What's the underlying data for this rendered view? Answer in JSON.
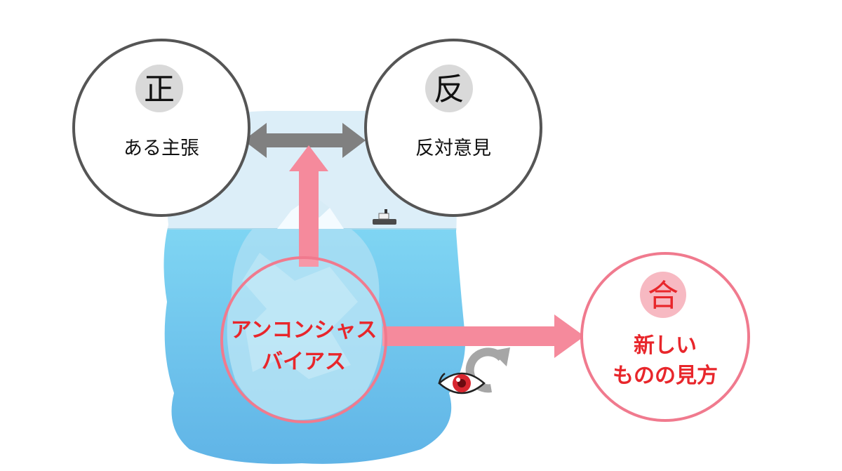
{
  "nodes": {
    "thesis": {
      "kanji": "正",
      "label": "ある主張"
    },
    "antithesis": {
      "kanji": "反",
      "label": "反対意見"
    },
    "bias": {
      "line1": "アンコンシャス",
      "line2": "バイアス"
    },
    "synthesis": {
      "kanji": "合",
      "line1": "新しい",
      "line2": "ものの見方"
    }
  },
  "icons": {
    "background": "iceberg-illustration",
    "ship": "ship-icon",
    "eye": "eye-icon",
    "refresh": "refresh-icon",
    "double_arrow": "double-arrow-icon",
    "up_arrow": "up-arrow-icon",
    "right_arrow": "right-arrow-icon"
  },
  "colors": {
    "circle_gray": "#555555",
    "circle_pink": "#f07a8e",
    "arrow_gray": "#808080",
    "arrow_pink": "#f58a9c",
    "kanji_bg_gray": "#d9d9d9",
    "kanji_bg_pink": "#f7b9c2",
    "red_text": "#e8262b",
    "sea": "#7dd3f2",
    "sky": "#dbeef8"
  }
}
